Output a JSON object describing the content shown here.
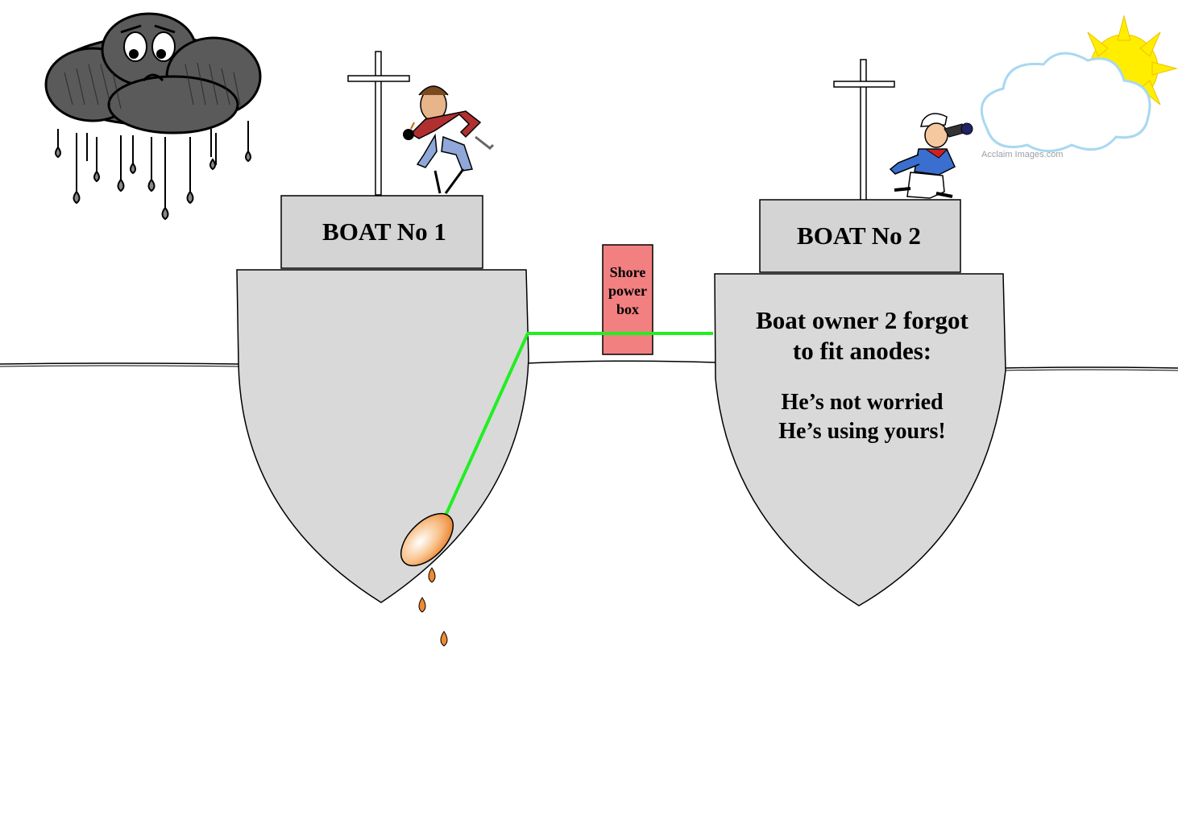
{
  "boat1": {
    "label": "BOAT No 1"
  },
  "boat2": {
    "label": "BOAT No 2",
    "text_line1": "Boat owner 2 forgot",
    "text_line2": "to fit anodes:",
    "text_line3": "He’s not worried",
    "text_line4": "He’s using yours!"
  },
  "shore_box": {
    "line1": "Shore",
    "line2": "power",
    "line3": "box"
  },
  "watermark": "Acclaim Images.com",
  "colors": {
    "hull": "#d9d9d9",
    "cabin": "#d4d4d4",
    "shore_box": "#f28080",
    "wire": "#22ee22",
    "anode": "#f08a30",
    "sun": "#ffee00",
    "rain_cloud": "#555555",
    "sky_cloud": "#cfeaf7"
  },
  "icons": {
    "rain_cloud": "sad-rain-cloud-icon",
    "sun_cloud": "sun-behind-cloud-icon",
    "pirate": "pirate-figure-icon",
    "sailor": "sailor-with-binoculars-icon"
  }
}
